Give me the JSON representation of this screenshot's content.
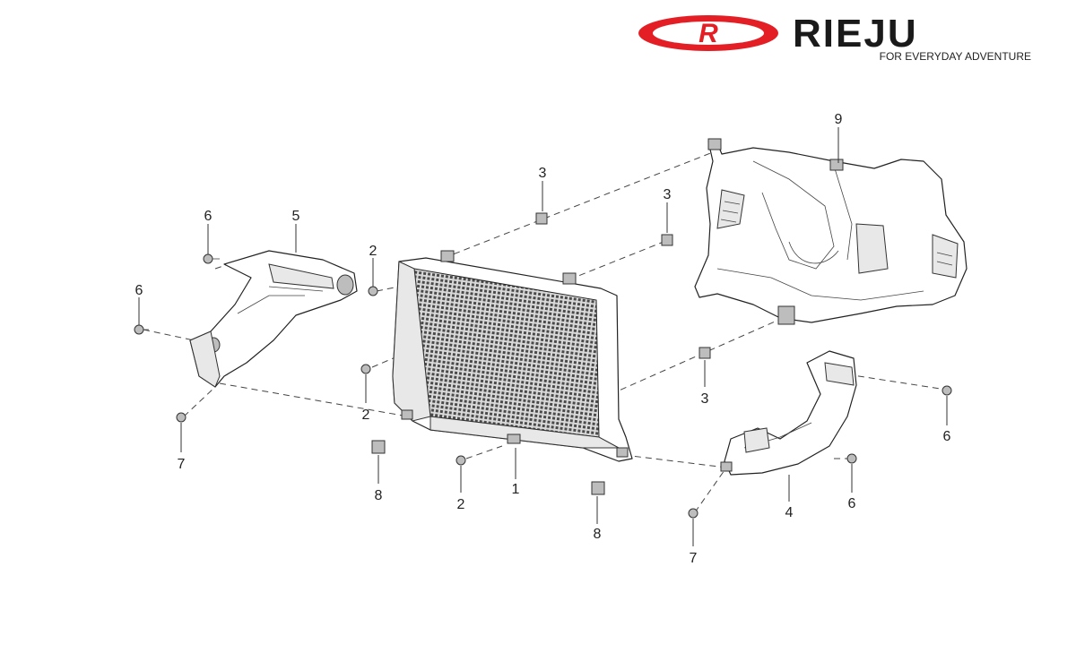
{
  "logo": {
    "brand": "RIEJU",
    "mark_letter": "R",
    "tagline": "FOR EVERYDAY ADVENTURE",
    "brand_color": "#e31e24"
  },
  "parts": {
    "radiator": "1",
    "bolt_left_top": "2",
    "bolt_left_mid": "2",
    "bolt_bottom": "2",
    "clip_top_center": "3",
    "clip_top_right": "3",
    "clip_mid_right": "3",
    "lower_right_cover": "4",
    "left_side_cover": "5",
    "screw_top_left": "6",
    "screw_left": "6",
    "screw_right_top": "6",
    "screw_right_bottom": "6",
    "screw_bottom_left": "7",
    "screw_bottom_right": "7",
    "nut_left": "8",
    "nut_center": "8",
    "rear_shroud": "9"
  },
  "icons": {
    "hardware": "screw-icon",
    "clip": "clip-nut-icon"
  }
}
